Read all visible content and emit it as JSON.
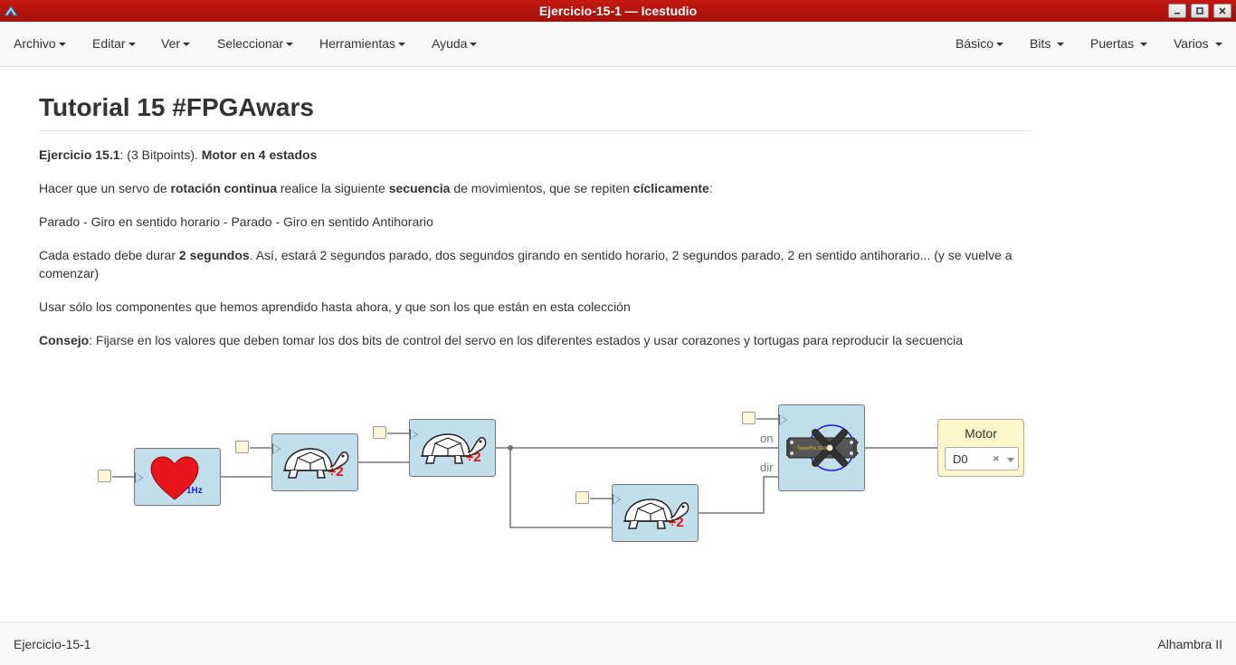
{
  "window": {
    "title": "Ejercicio-15-1 — Icestudio"
  },
  "menu_left": [
    "Archivo",
    "Editar",
    "Ver",
    "Seleccionar",
    "Herramientas",
    "Ayuda"
  ],
  "menu_right": [
    "Básico",
    "Bits",
    "Puertas",
    "Varios"
  ],
  "content": {
    "heading": "Tutorial 15 #FPGAwars",
    "p1": {
      "a": "Ejercicio 15.1",
      "b": ": (3 Bitpoints). ",
      "c": "Motor en 4 estados"
    },
    "p2": {
      "a": "Hacer que un servo de ",
      "b": "rotación continua",
      "c": " realice la siguiente ",
      "d": "secuencia",
      "e": " de movimientos, que se repiten ",
      "f": "cíclicamente",
      "g": ":"
    },
    "p3": "Parado - Giro en sentido horario - Parado - Giro en sentido Antihorario",
    "p4": {
      "a": "Cada estado debe durar ",
      "b": "2 segundos",
      "c": ". Así, estará 2 segundos parado, dos segundos girando en sentido horario, 2 segundos parado, 2 en sentido antihorario... (y se vuelve a comenzar)"
    },
    "p5": "Usar sólo los componentes que hemos aprendido hasta ahora, y que son los que están en esta colección",
    "p6": {
      "a": "Consejo",
      "b": ": Fijarse en los valores que deben tomar los dos bits de control del servo en los diferentes estados y usar corazones y tortugas para reproducir la secuencia"
    }
  },
  "diagram": {
    "heart_label": "1Hz",
    "divider_label": "÷2",
    "servo_pins": {
      "on": "on",
      "dir": "dir"
    },
    "servo_chip_text": "TowerPro SG90",
    "output": {
      "name": "Motor",
      "pin": "D0",
      "clear": "×"
    }
  },
  "status": {
    "left": "Ejercicio-15-1",
    "right": "Alhambra II"
  },
  "colors": {
    "titlebar": "#b3150d",
    "block": "#c1dfea",
    "port": "#fcf8d6",
    "output_block": "#fcf7c8",
    "heart": "#e8141a",
    "divider_text": "#e01010",
    "heart_text": "#1a1aff"
  }
}
